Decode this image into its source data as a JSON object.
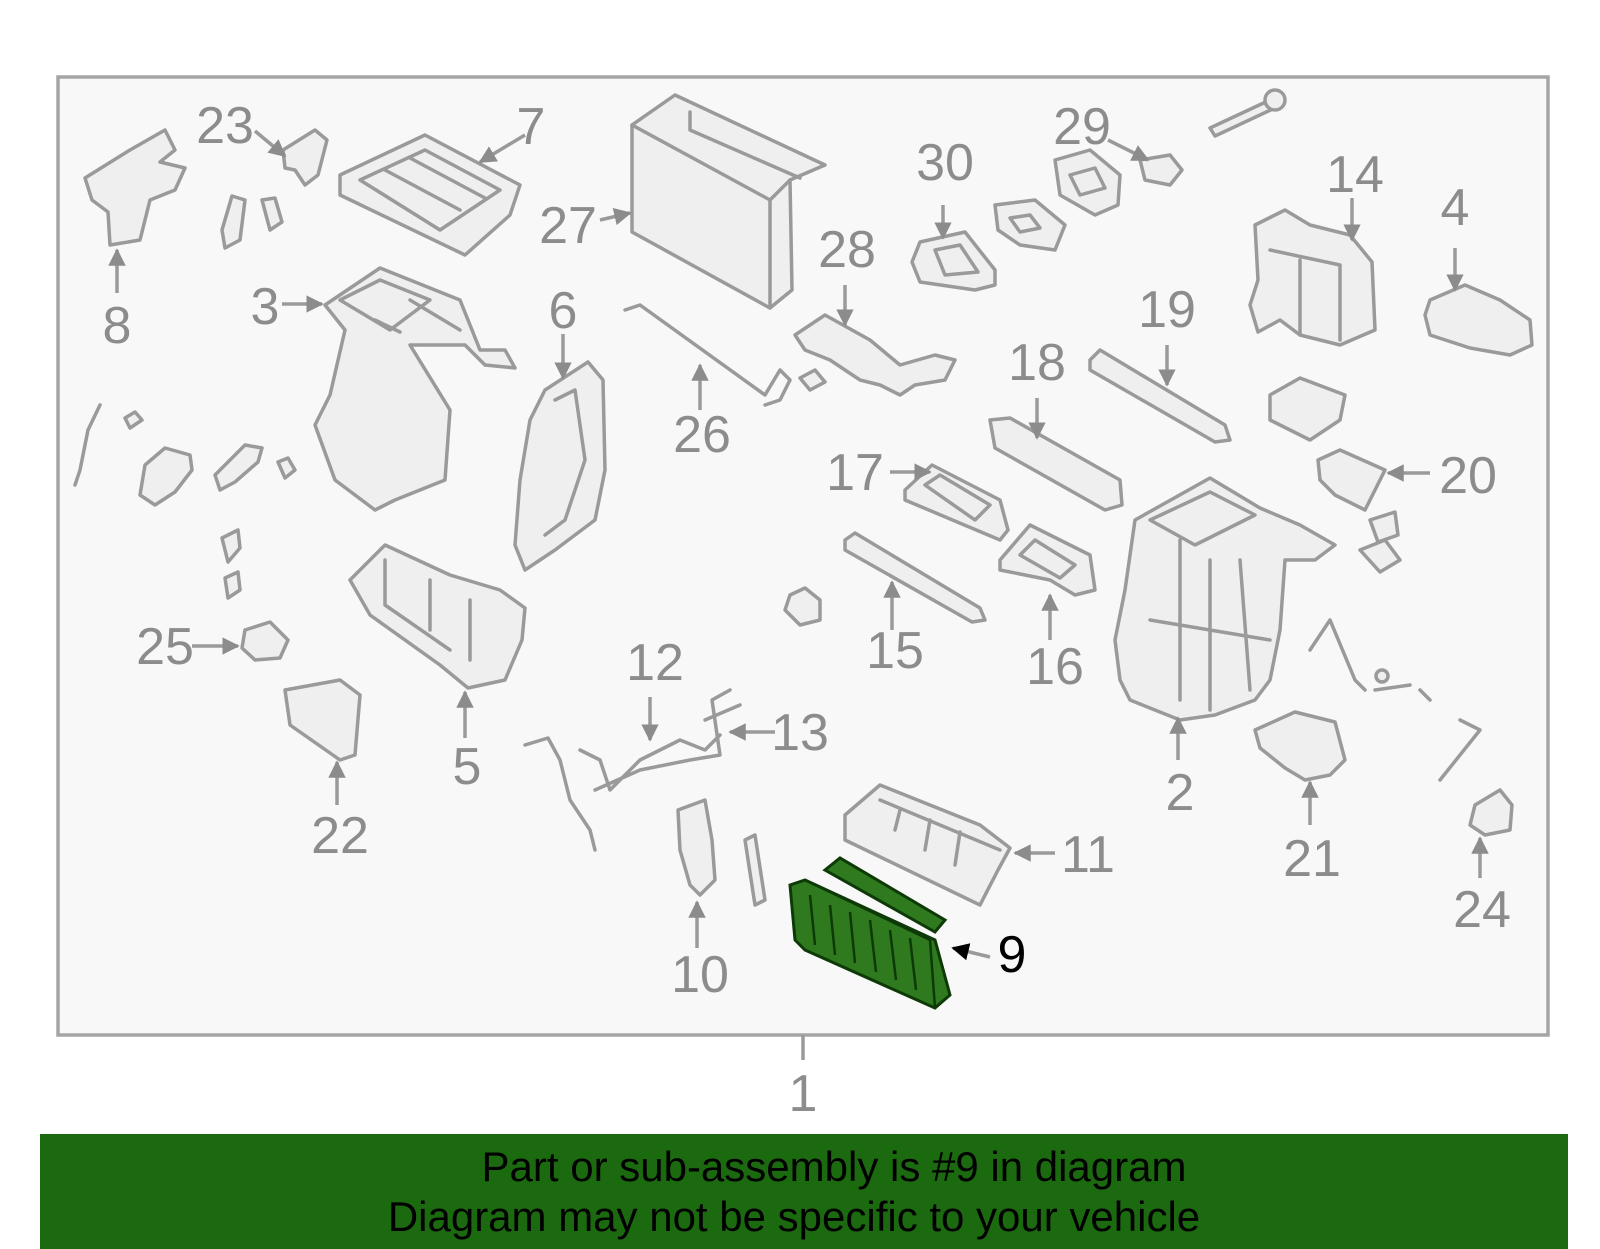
{
  "diagram": {
    "assembly_label": "1",
    "highlighted_part": "9",
    "highlight_color": "#2f7a1f",
    "line_color": "#9a9a9a",
    "labels": [
      {
        "id": "2",
        "text": "2"
      },
      {
        "id": "3",
        "text": "3"
      },
      {
        "id": "4",
        "text": "4"
      },
      {
        "id": "5",
        "text": "5"
      },
      {
        "id": "6",
        "text": "6"
      },
      {
        "id": "7",
        "text": "7"
      },
      {
        "id": "8",
        "text": "8"
      },
      {
        "id": "9",
        "text": "9"
      },
      {
        "id": "10",
        "text": "10"
      },
      {
        "id": "11",
        "text": "11"
      },
      {
        "id": "12",
        "text": "12"
      },
      {
        "id": "13",
        "text": "13"
      },
      {
        "id": "14",
        "text": "14"
      },
      {
        "id": "15",
        "text": "15"
      },
      {
        "id": "16",
        "text": "16"
      },
      {
        "id": "17",
        "text": "17"
      },
      {
        "id": "18",
        "text": "18"
      },
      {
        "id": "19",
        "text": "19"
      },
      {
        "id": "20",
        "text": "20"
      },
      {
        "id": "21",
        "text": "21"
      },
      {
        "id": "22",
        "text": "22"
      },
      {
        "id": "23",
        "text": "23"
      },
      {
        "id": "24",
        "text": "24"
      },
      {
        "id": "25",
        "text": "25"
      },
      {
        "id": "26",
        "text": "26"
      },
      {
        "id": "27",
        "text": "27"
      },
      {
        "id": "28",
        "text": "28"
      },
      {
        "id": "29",
        "text": "29"
      },
      {
        "id": "30",
        "text": "30"
      }
    ]
  },
  "banner": {
    "line1": "Part or sub-assembly is #9 in diagram",
    "line2": "Diagram may not be specific to your vehicle",
    "background": "#1c6a0f"
  }
}
